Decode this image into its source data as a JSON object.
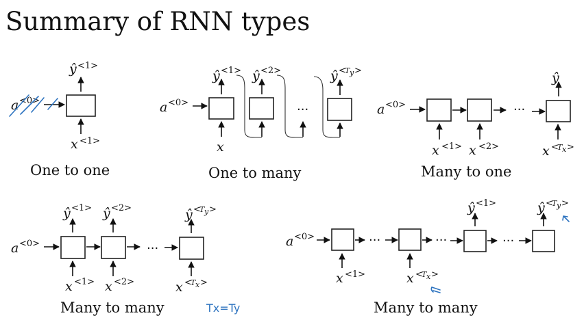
{
  "title": "Summary of RNN types",
  "ink_color": "#2e74c0",
  "diagrams": [
    {
      "id": "one-to-one",
      "caption": "One to one",
      "initial_activation": {
        "base": "a",
        "sup": "<0>",
        "crossed_out": true
      },
      "inputs": [
        {
          "base": "x",
          "sup": "<1>"
        }
      ],
      "outputs": [
        {
          "base": "ŷ",
          "sup": "<1>"
        }
      ]
    },
    {
      "id": "one-to-many",
      "caption": "One to many",
      "initial_activation": {
        "base": "a",
        "sup": "<0>"
      },
      "inputs": [
        {
          "base": "x",
          "sup": ""
        }
      ],
      "outputs": [
        {
          "base": "ŷ",
          "sup": "<1>"
        },
        {
          "base": "ŷ",
          "sup": "<2>"
        },
        {
          "base": "ŷ",
          "sup": "<",
          "sup_italic": "T",
          "sub": "y",
          "sup_end": ">"
        }
      ],
      "ellipsis": "···"
    },
    {
      "id": "many-to-one",
      "caption": "Many to one",
      "initial_activation": {
        "base": "a",
        "sup": "<0>"
      },
      "inputs": [
        {
          "base": "x",
          "sup": "<1>"
        },
        {
          "base": "x",
          "sup": "<2>"
        },
        {
          "base": "x",
          "sup": "<",
          "sup_italic": "T",
          "sub": "x",
          "sup_end": ">"
        }
      ],
      "outputs": [
        {
          "base": "ŷ",
          "sup": ""
        }
      ],
      "ellipsis": "···"
    },
    {
      "id": "many-to-many-equal",
      "caption": "Many to many",
      "initial_activation": {
        "base": "a",
        "sup": "<0>"
      },
      "inputs": [
        {
          "base": "x",
          "sup": "<1>"
        },
        {
          "base": "x",
          "sup": "<2>"
        },
        {
          "base": "x",
          "sup": "<",
          "sup_italic": "T",
          "sub": "x",
          "sup_end": ">"
        }
      ],
      "outputs": [
        {
          "base": "ŷ",
          "sup": "<1>"
        },
        {
          "base": "ŷ",
          "sup": "<2>"
        },
        {
          "base": "ŷ",
          "sup": "<",
          "sup_italic": "T",
          "sub": "y",
          "sup_end": ">"
        }
      ],
      "ellipsis": "···",
      "annotation": "Tx=Ty"
    },
    {
      "id": "many-to-many-encoder-decoder",
      "caption": "Many to many",
      "initial_activation": {
        "base": "a",
        "sup": "<0>"
      },
      "inputs": [
        {
          "base": "x",
          "sup": "<1>"
        },
        {
          "base": "x",
          "sup": "<",
          "sup_italic": "T",
          "sub": "x",
          "sup_end": ">"
        }
      ],
      "outputs": [
        {
          "base": "ŷ",
          "sup": "<1>"
        },
        {
          "base": "ŷ",
          "sup": "<",
          "sup_italic": "T",
          "sub": "y",
          "sup_end": ">"
        }
      ],
      "ellipsis": "···"
    }
  ]
}
